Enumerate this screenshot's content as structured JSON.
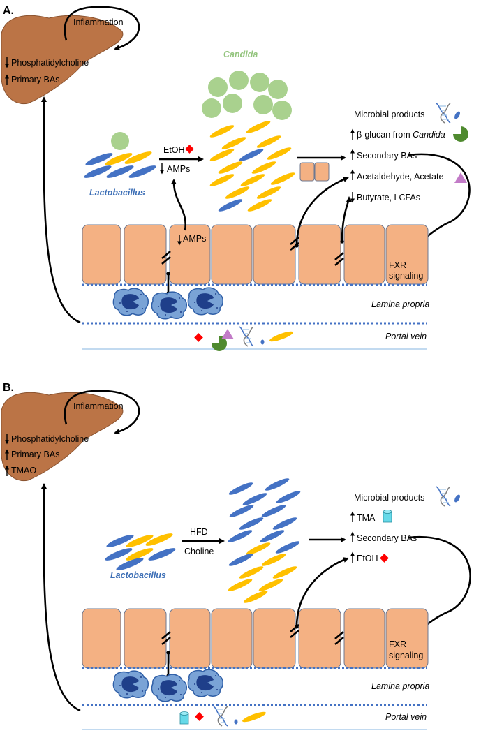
{
  "panel_a": {
    "label": "A.",
    "liver": {
      "loop": "Inflammation",
      "item1": "Phosphatidylcholine",
      "item2": "Primary BAs"
    },
    "candida_label": "Candida",
    "lactobacillus_label": "Lactobacillus",
    "etoh": "EtOH",
    "amps_upper": "AMPs",
    "amps_cell": "AMPs",
    "microbial_products": "Microbial products",
    "beta_glucan": "β-glucan from ",
    "beta_glucan_source": "Candida",
    "secondary_bas": "Secondary BAs",
    "acetaldehyde": "Acetaldehyde, Acetate",
    "butyrate": "Butyrate, LCFAs",
    "fxr1": "FXR",
    "fxr2": "signaling",
    "lamina": "Lamina propria",
    "portal": "Portal vein"
  },
  "panel_b": {
    "label": "B.",
    "liver": {
      "loop": "Inflammation",
      "item1": "Phosphatidylcholine",
      "item2": "Primary BAs",
      "item3": "TMAO"
    },
    "lactobacillus_label": "Lactobacillus",
    "hfd": "HFD",
    "choline": "Choline",
    "microbial_products": "Microbial products",
    "tma": "TMA",
    "secondary_bas": "Secondary BAs",
    "etoh": "EtOH",
    "fxr1": "FXR",
    "fxr2": "signaling",
    "lamina": "Lamina propria",
    "portal": "Portal vein"
  },
  "colors": {
    "cell": "#f4b183",
    "liver": "#bb7446",
    "lactobacillus": "#4472c4",
    "other_bacteria": "#ffc000",
    "candida": "#a9d18e",
    "etoh_diamond": "#ff0000",
    "acetate_triangle": "#c27bc7",
    "beta_glucan_pac": "#4f8a2f",
    "tma_cylinder": "#66d9e8",
    "macrophage": "#2f5fa7"
  },
  "icons": [
    "red-diamond-icon",
    "purple-triangle-icon",
    "green-pac-icon",
    "dna-icon",
    "cyan-cylinder-icon",
    "macrophage-icon"
  ]
}
